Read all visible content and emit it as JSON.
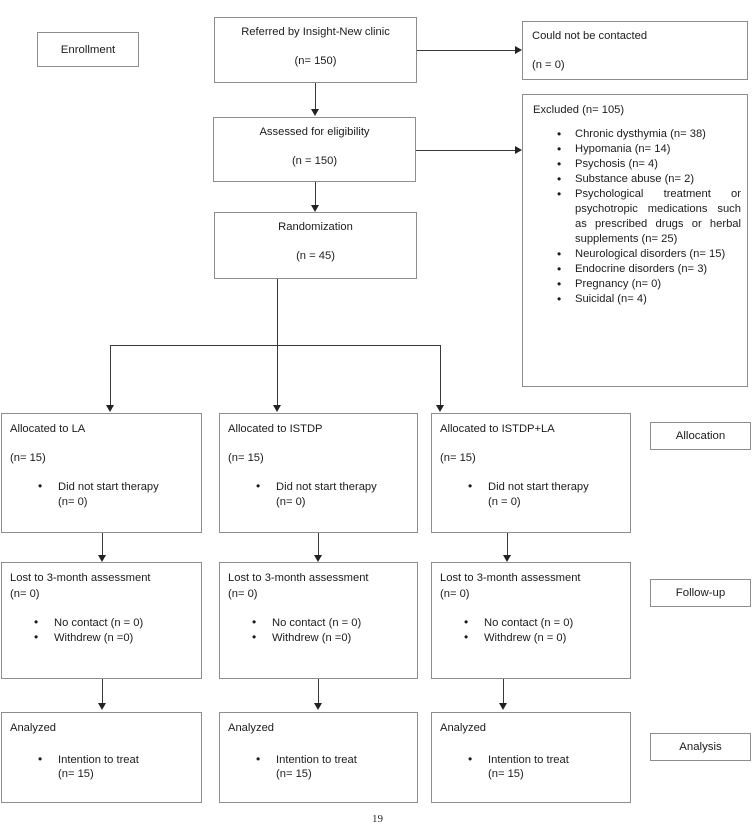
{
  "document": {
    "type": "CONSORT participant flow diagram",
    "page_number": "19"
  },
  "stage_labels": {
    "enrollment": "Enrollment",
    "allocation": "Allocation",
    "followup": "Follow-up",
    "analysis": "Analysis"
  },
  "enrollment": {
    "referred": {
      "title": "Referred by Insight-New clinic",
      "count": "(n= 150)"
    },
    "not_contacted": {
      "title": "Could not be contacted",
      "count": "(n = 0)"
    },
    "assessed": {
      "title": "Assessed for eligibility",
      "count": "(n = 150)"
    },
    "excluded": {
      "title": "Excluded (n= 105)",
      "reasons": [
        "Chronic dysthymia (n= 38)",
        "Hypomania (n= 14)",
        "Psychosis (n= 4)",
        "Substance abuse (n= 2)",
        "Psychological treatment or psychotropic medications such as prescribed drugs or herbal supplements (n= 25)",
        "Neurological disorders (n= 15)",
        "Endocrine disorders (n= 3)",
        "Pregnancy (n= 0)",
        "Suicidal (n= 4)"
      ]
    },
    "randomization": {
      "title": "Randomization",
      "count": "(n = 45)"
    }
  },
  "allocation": {
    "arm1": {
      "title": "Allocated to LA",
      "count": "(n= 15)",
      "bullet": "Did not start therapy",
      "bullet_count": "(n= 0)"
    },
    "arm2": {
      "title": "Allocated to ISTDP",
      "count": "(n= 15)",
      "bullet": "Did not start therapy",
      "bullet_count": "(n= 0)"
    },
    "arm3": {
      "title": "Allocated to ISTDP+LA",
      "count": "(n= 15)",
      "bullet": "Did not start therapy",
      "bullet_count": "(n = 0)"
    }
  },
  "followup": {
    "arm1": {
      "title": "Lost to 3-month assessment",
      "count": "(n= 0)",
      "bullets": [
        "No contact (n = 0)",
        "Withdrew (n =0)"
      ]
    },
    "arm2": {
      "title": "Lost to 3-month assessment",
      "count": "(n= 0)",
      "bullets": [
        "No contact (n = 0)",
        "Withdrew (n =0)"
      ]
    },
    "arm3": {
      "title": "Lost to 3-month assessment",
      "count": "(n= 0)",
      "bullets": [
        "No contact (n = 0)",
        "Withdrew (n = 0)"
      ]
    }
  },
  "analysis": {
    "arm1": {
      "title": "Analyzed",
      "bullet": "Intention to treat",
      "bullet_count": "(n= 15)"
    },
    "arm2": {
      "title": "Analyzed",
      "bullet": "Intention to treat",
      "bullet_count": "(n= 15)"
    },
    "arm3": {
      "title": "Analyzed",
      "bullet": "Intention to treat",
      "bullet_count": "(n= 15)"
    }
  },
  "colors": {
    "box_border": "#8d8d8d",
    "connector": "#3a3a3a",
    "text": "#1c1c1c",
    "background": "#ffffff"
  }
}
